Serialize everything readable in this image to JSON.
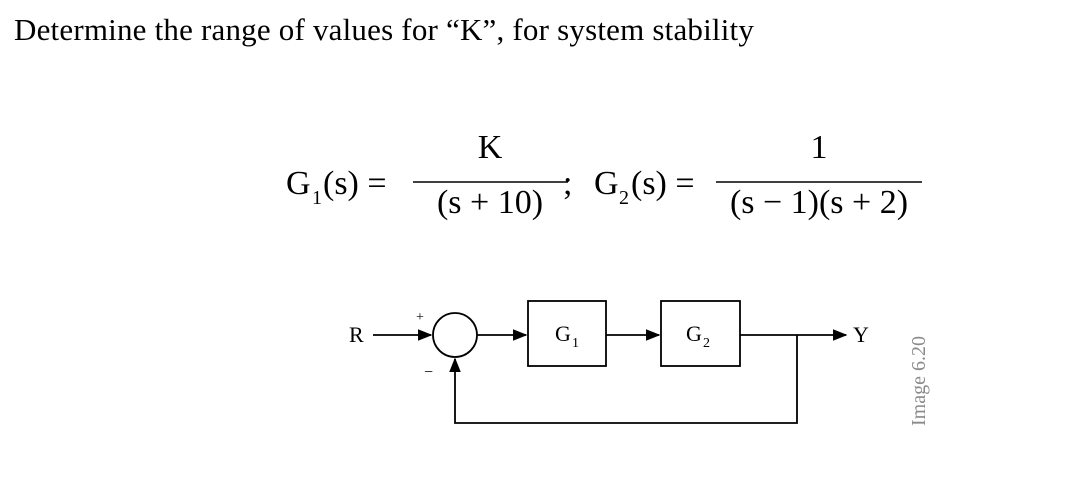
{
  "question": "Determine the range of values for “K”, for system stability",
  "equation": {
    "g1_lhs": "G",
    "g1_sub": "1",
    "g1_arg": "(s) =",
    "g1_num": "K",
    "g1_den": "(s + 10)",
    "separator": ";",
    "g2_lhs": "G",
    "g2_sub": "2",
    "g2_arg": "(s) =",
    "g2_num": "1",
    "g2_den": "(s − 1)(s + 2)"
  },
  "diagram": {
    "input_label": "R",
    "plus_sign": "+",
    "minus_sign": "−",
    "block1_label": "G",
    "block1_sub": "1",
    "block2_label": "G",
    "block2_sub": "2",
    "output_label": "Y"
  },
  "side_note": "Image 6.20"
}
